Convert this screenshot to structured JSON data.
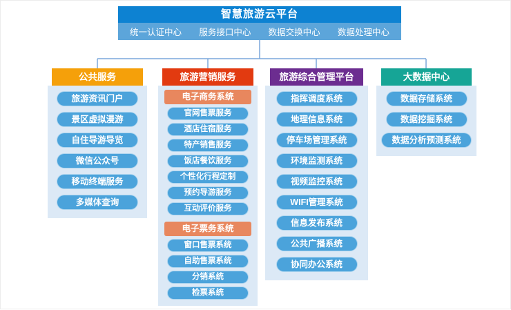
{
  "platform": {
    "title": "智慧旅游云平台",
    "centers": [
      "统一认证中心",
      "服务接口中心",
      "数据交换中心",
      "数据处理中心"
    ]
  },
  "columns": [
    {
      "title": "公共服务",
      "color": "#F5A00A",
      "items": [
        {
          "type": "pill",
          "label": "旅游资讯门户"
        },
        {
          "type": "pill",
          "label": "景区虚拟漫游"
        },
        {
          "type": "pill",
          "label": "自住导游导览"
        },
        {
          "type": "pill",
          "label": "微信公众号"
        },
        {
          "type": "pill",
          "label": "移动终端服务"
        },
        {
          "type": "pill",
          "label": "多媒体查询"
        }
      ]
    },
    {
      "title": "旅游营销服务",
      "color": "#E23A10",
      "items": [
        {
          "type": "subheader",
          "label": "电子商务系统"
        },
        {
          "type": "pill",
          "label": "官网售票服务"
        },
        {
          "type": "pill",
          "label": "酒店住宿服务"
        },
        {
          "type": "pill",
          "label": "特产销售服务"
        },
        {
          "type": "pill",
          "label": "饭店餐饮服务"
        },
        {
          "type": "pill",
          "label": "个性化行程定制"
        },
        {
          "type": "pill",
          "label": "预约导游服务"
        },
        {
          "type": "pill",
          "label": "互动评价服务"
        },
        {
          "type": "subheader",
          "label": "电子票务系统"
        },
        {
          "type": "pill",
          "label": "窗口售票系统"
        },
        {
          "type": "pill",
          "label": "自助售票系统"
        },
        {
          "type": "pill",
          "label": "分销系统"
        },
        {
          "type": "pill",
          "label": "检票系统"
        }
      ]
    },
    {
      "title": "旅游综合管理平台",
      "color": "#6C2D90",
      "items": [
        {
          "type": "pill",
          "label": "指挥调度系统"
        },
        {
          "type": "pill",
          "label": "地理信息系统"
        },
        {
          "type": "pill",
          "label": "停车场管理系统"
        },
        {
          "type": "pill",
          "label": "环境监测系统"
        },
        {
          "type": "pill",
          "label": "视频监控系统"
        },
        {
          "type": "pill",
          "label": "WIFI管理系统"
        },
        {
          "type": "pill",
          "label": "信息发布系统"
        },
        {
          "type": "pill",
          "label": "公共广播系统"
        },
        {
          "type": "pill",
          "label": "协同办公系统"
        }
      ]
    },
    {
      "title": "大数据中心",
      "color": "#16A596",
      "items": [
        {
          "type": "pill",
          "label": "数据存储系统"
        },
        {
          "type": "pill",
          "label": "数据挖掘系统"
        },
        {
          "type": "pill",
          "label": "数据分析预测系统"
        }
      ]
    }
  ],
  "colors": {
    "topbar": "#0D82D2",
    "topbar_sub": "#5CA5DA",
    "connector": "#7AA7DB",
    "panel": "#DCE9F6",
    "pill": "#4BA3DB",
    "subheader": "#E8875E"
  }
}
